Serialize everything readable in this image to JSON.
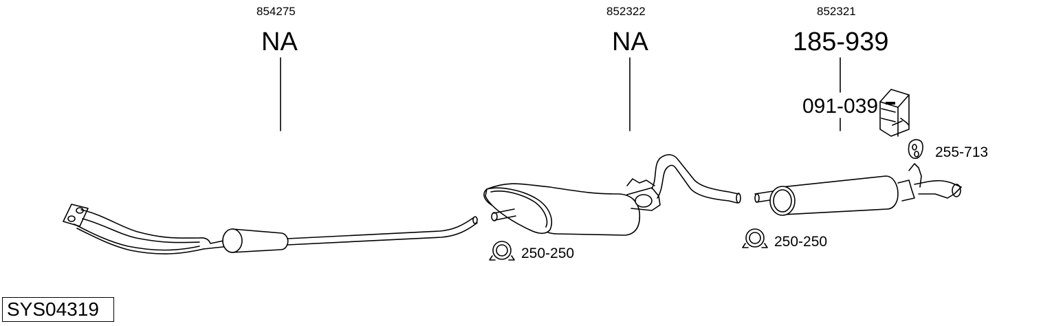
{
  "diagram": {
    "system_code": "SYS04319",
    "sections": [
      {
        "oe_number": "854275",
        "part_number": "NA"
      },
      {
        "oe_number": "852322",
        "part_number": "NA"
      },
      {
        "oe_number": "852321",
        "part_number": "185-939"
      }
    ],
    "accessories": {
      "mounting_kit": "091-039",
      "hanger": "255-713",
      "clamp_front": "250-250",
      "clamp_rear": "250-250"
    }
  }
}
